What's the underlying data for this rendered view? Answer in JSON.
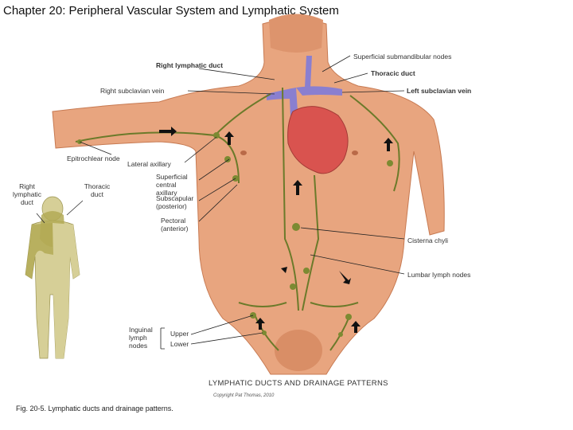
{
  "header": {
    "title": "Chapter 20: Peripheral Vascular System and Lymphatic System"
  },
  "labels": {
    "right_lymphatic_duct": "Right lymphatic duct",
    "superficial_submandibular_nodes": "Superficial submandibular nodes",
    "thoracic_duct": "Thoracic duct",
    "right_subclavian_vein": "Right subclavian vein",
    "left_subclavian_vein": "Left subclavian vein",
    "epitrochlear_node": "Epitrochlear node",
    "lateral_axillary": "Lateral axillary",
    "superficial_central_axillary": "Superficial central axillary",
    "subscapular_posterior": "Subscapular (posterior)",
    "pectoral_anterior": "Pectoral (anterior)",
    "cisterna_chyli": "Cisterna chyli",
    "lumbar_lymph_nodes": "Lumbar lymph nodes",
    "inguinal_lymph_nodes": "Inguinal lymph nodes",
    "upper": "Upper",
    "lower": "Lower"
  },
  "inset": {
    "right_lymphatic_duct": "Right lymphatic duct",
    "thoracic_duct": "Thoracic duct"
  },
  "diagram_title": "LYMPHATIC DUCTS AND DRAINAGE PATTERNS",
  "copyright": "Copyright Pat Thomas, 2010",
  "figure_caption": "Fig. 20-5. Lymphatic ducts and drainage patterns.",
  "colors": {
    "skin": "#e8a57f",
    "skin_shadow": "#d98e66",
    "lymph": "#6b7a2a",
    "vein": "#8a7fd0",
    "heart": "#d9534f",
    "inset_body": "#d6cf97",
    "inset_shade": "#b3aa55"
  }
}
